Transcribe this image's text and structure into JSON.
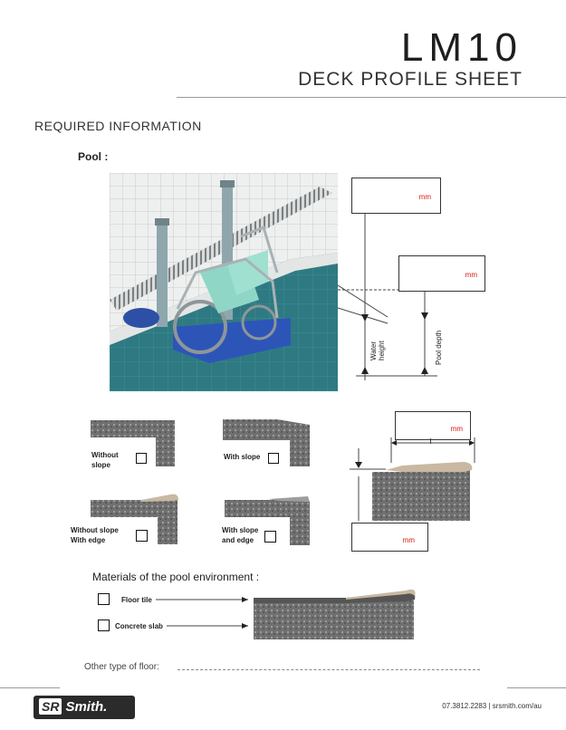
{
  "header": {
    "title": "LM10",
    "subtitle": "DECK PROFILE SHEET"
  },
  "section_title": "REQUIRED INFORMATION",
  "pool_label": "Pool :",
  "pool_diagram": {
    "unit": "mm",
    "water_height_label": "Water height",
    "water_height_lines": [
      "Water",
      "height"
    ],
    "pool_depth_label": "Pool depth"
  },
  "edge_options": [
    {
      "label_lines": [
        "Without",
        "slope"
      ]
    },
    {
      "label_lines": [
        "With slope"
      ]
    },
    {
      "label_lines": [
        "Without slope",
        "With edge"
      ]
    },
    {
      "label_lines": [
        "With slope",
        "and edge"
      ]
    }
  ],
  "deck_unit": "mm",
  "materials": {
    "title": "Materials of the pool environment :",
    "options": [
      "Floor tile",
      "Concrete slab"
    ]
  },
  "other_floor_label": "Other type of floor:",
  "footer": {
    "logo": "SR Smith.",
    "contact": "07.3812.2283  |  srsmith.com/au"
  },
  "colors": {
    "accent_red": "#d11111",
    "stone": "#6e6e6e",
    "edge": "#c9b8a2"
  }
}
